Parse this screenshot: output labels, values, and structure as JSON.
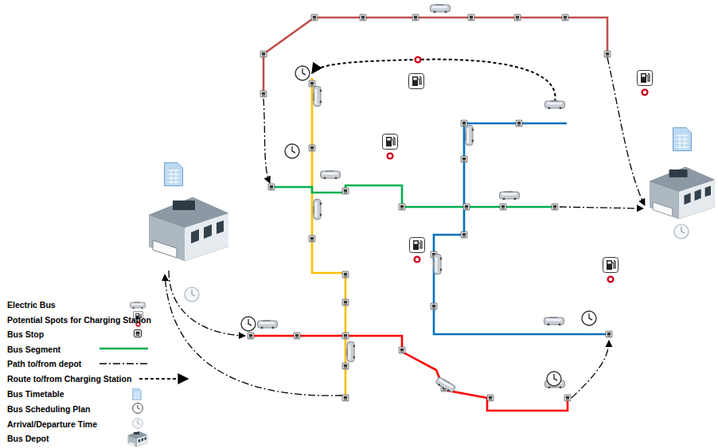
{
  "diagram": {
    "legend": [
      {
        "text": "Electric Bus"
      },
      {
        "text": "Potential Spots for Charging Station"
      },
      {
        "text": "Bus Stop"
      },
      {
        "text": "Bus Segment"
      },
      {
        "text": "Path to/from depot"
      },
      {
        "text": "Route to/from Charging Station"
      },
      {
        "text": "Bus Timetable"
      },
      {
        "text": "Bus Scheduling Plan"
      },
      {
        "text": "Arrival/Departure Time"
      },
      {
        "text": "Bus Depot"
      }
    ]
  }
}
